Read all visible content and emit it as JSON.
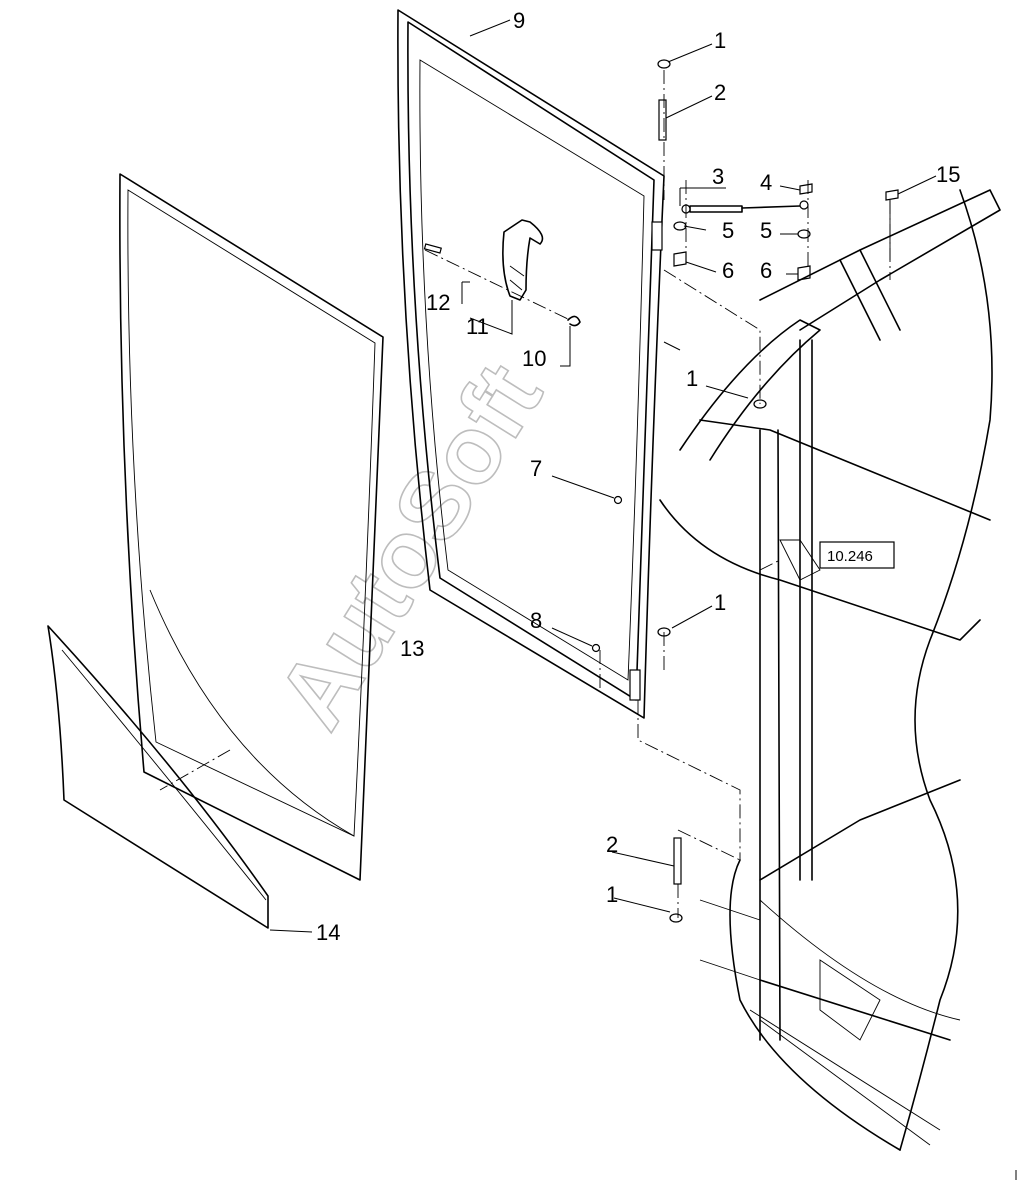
{
  "diagram": {
    "callouts": {
      "c1a": "1",
      "c2a": "2",
      "c3": "3",
      "c4": "4",
      "c5a": "5",
      "c5b": "5",
      "c6a": "6",
      "c6b": "6",
      "c15": "15",
      "c9": "9",
      "c12": "12",
      "c11": "11",
      "c10": "10",
      "c1b": "1",
      "c7": "7",
      "c1c": "1",
      "c8": "8",
      "c13": "13",
      "c2b": "2",
      "c1d": "1",
      "c14": "14"
    },
    "reference_box": "10.246",
    "watermark": "AutoSoft"
  }
}
